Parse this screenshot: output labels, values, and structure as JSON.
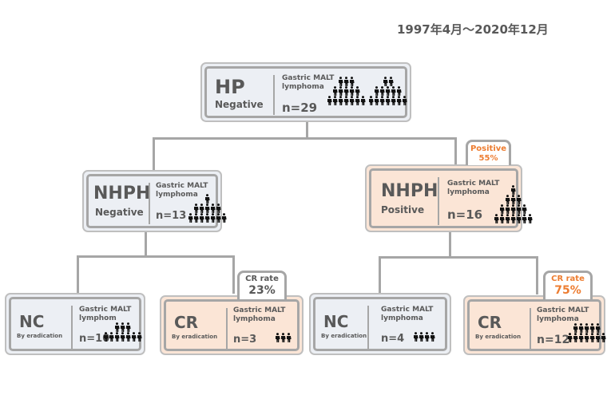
{
  "period": "1997年4月～2020年12月",
  "colors": {
    "orange": "#ed7d31",
    "text": "#595959",
    "line": "#a6a6a6",
    "gray_fill": "#eceff4",
    "peach_fill": "#fbe5d6"
  },
  "root": {
    "title": "HP",
    "subtitle": "Negative",
    "disease_line1": "Gastric MALT",
    "disease_line2": "lymphoma",
    "count": "n=29",
    "icon": "people-pyramid-icon"
  },
  "level2": {
    "left": {
      "title": "NHPH",
      "subtitle": "Negative",
      "disease_line1": "Gastric MALT",
      "disease_line2": "lymphoma",
      "count": "n=13",
      "icon": "people-pyramid-icon"
    },
    "right": {
      "title": "NHPH",
      "subtitle": "Positive",
      "disease_line1": "Gastric MALT",
      "disease_line2": "lymphoma",
      "count": "n=16",
      "icon": "people-pyramid-icon",
      "tag_line1": "Positive",
      "tag_line2": "55%"
    }
  },
  "level3": [
    {
      "title": "NC",
      "subtitle": "By eradication",
      "disease_line1": "Gastric MALT",
      "disease_line2": "lymphom",
      "count": "n=10",
      "icon": "people-group-icon"
    },
    {
      "title": "CR",
      "subtitle": "By eradication",
      "disease_line1": "Gastric MALT",
      "disease_line2": "lymphoma",
      "count": "n=3",
      "icon": "people-group-icon",
      "tag_line1": "CR rate",
      "tag_line2": "23%"
    },
    {
      "title": "NC",
      "subtitle": "By eradication",
      "disease_line1": "Gastric MALT",
      "disease_line2": "lymphoma",
      "count": "n=4",
      "icon": "people-group-icon"
    },
    {
      "title": "CR",
      "subtitle": "By eradication",
      "disease_line1": "Gastric MALT",
      "disease_line2": "lymphoma",
      "count": "n=12",
      "icon": "people-group-icon",
      "tag_line1": "CR rate",
      "tag_line2": "75%"
    }
  ]
}
